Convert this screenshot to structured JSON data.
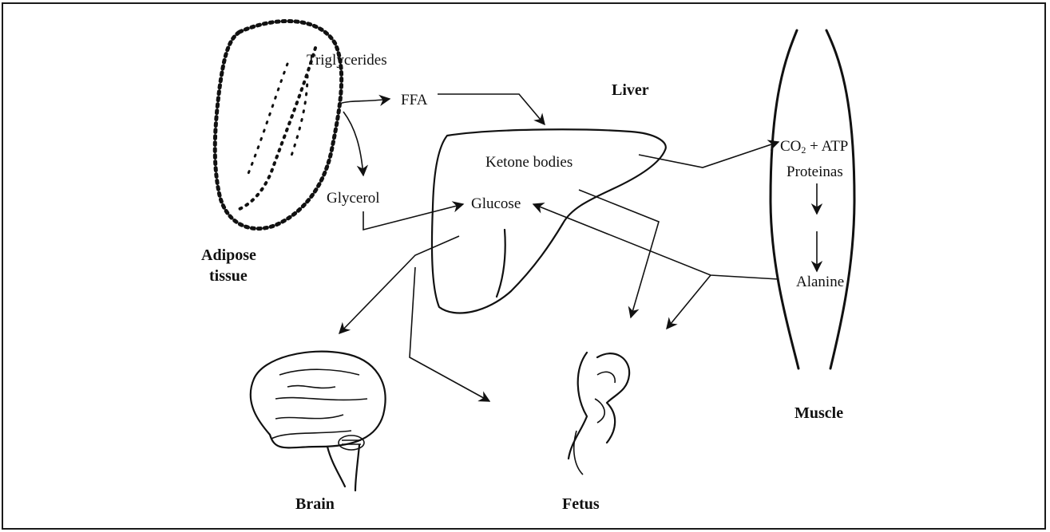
{
  "organs": {
    "adipose": "Adipose\ntissue",
    "liver": "Liver",
    "muscle": "Muscle",
    "brain": "Brain",
    "fetus": "Fetus"
  },
  "metabolites": {
    "triglycerides": "Triglycerides",
    "ffa": "FFA",
    "glycerol": "Glycerol",
    "ketone_bodies": "Ketone bodies",
    "glucose": "Glucose",
    "co2_atp": "CO2 + ATP",
    "proteinas": "Proteinas",
    "alanine": "Alanine"
  }
}
